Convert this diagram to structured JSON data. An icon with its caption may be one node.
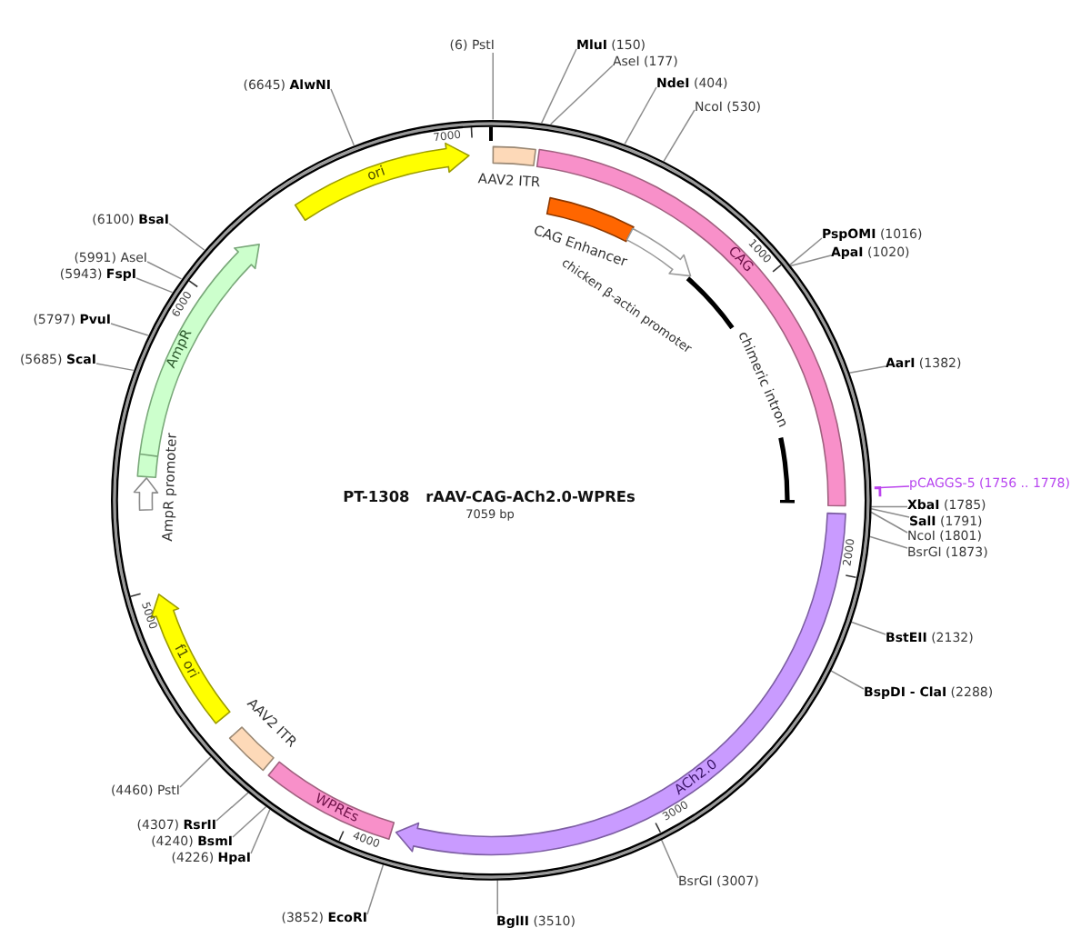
{
  "diagram": {
    "title": "PT-1308 rAAV-CAG-ACh2.0-WPREs",
    "nodes": [
      {
        "text": [],
        "shape": "circle"
      },
      {
        "text": [
          "AAV2 ITR"
        ],
        "in": 0
      },
      {
        "text": [
          "CAG"
        ],
        "in": 0
      },
      {
        "text": [
          "CAG Enhancer"
        ],
        "in": 0
      },
      {
        "text": [
          "chicken β-actin promoter"
        ],
        "in": 0
      },
      {
        "text": [
          "chimeric intron"
        ],
        "in": 0
      },
      {
        "text": [
          "ACh2.0"
        ],
        "in": 0
      },
      {
        "text": [
          "WPREs"
        ],
        "in": 0
      },
      {
        "text": [
          "AAV2 ITR"
        ],
        "in": 0
      },
      {
        "text": [
          "f1 ori"
        ],
        "in": 0
      },
      {
        "text": [
          "AmpR promoter"
        ],
        "in": 0
      },
      {
        "text": [
          "AmpR"
        ],
        "in": 0
      },
      {
        "text": [
          "ori"
        ],
        "in": 0
      },
      {
        "text": [
          "pCAGGS-5 (1756 .. 1778)"
        ]
      },
      {
        "text": [],
        "shape": "bar"
      },
      {
        "text": [
          "(6) PstI"
        ]
      },
      {
        "text": [
          "**MluI** (150)"
        ]
      },
      {
        "text": [
          "AseI (177)"
        ]
      },
      {
        "text": [
          "**NdeI** (404)"
        ]
      },
      {
        "text": [
          "NcoI (530)"
        ]
      },
      {
        "text": [
          "**PspOMI** (1016)"
        ]
      },
      {
        "text": [
          "**ApaI** (1020)"
        ]
      },
      {
        "text": [
          "**AarI** (1382)"
        ]
      },
      {
        "text": [
          "**XbaI** (1785)"
        ]
      },
      {
        "text": [
          "**SalI** (1791)"
        ]
      },
      {
        "text": [
          "NcoI (1801)"
        ]
      },
      {
        "text": [
          "BsrGI (1873)"
        ]
      },
      {
        "text": [
          "**BstEII** (2132)"
        ]
      },
      {
        "text": [
          "**BspDI - ClaI** (2288)"
        ]
      },
      {
        "text": [
          "BsrGI (3007)"
        ]
      },
      {
        "text": [
          "**BglII** (3510)"
        ]
      },
      {
        "text": [
          "(3852) **EcoRI**"
        ]
      },
      {
        "text": [
          "(4226) **HpaI**"
        ]
      },
      {
        "text": [
          "(4240) **BsmI**"
        ]
      },
      {
        "text": [
          "(4307) **RsrII**"
        ]
      },
      {
        "text": [
          "(4460) PstI"
        ]
      },
      {
        "text": [
          "(5685) **ScaI**"
        ]
      },
      {
        "text": [
          "(5797) **PvuI**"
        ]
      },
      {
        "text": [
          "(5943) **FspI**"
        ]
      },
      {
        "text": [
          "(5991) AseI"
        ]
      },
      {
        "text": [
          "(6100) **BsaI**"
        ]
      },
      {
        "text": [
          "(6645) **AlwNI**"
        ]
      }
    ],
    "edges": [
      {
        "from": 15,
        "to": 0,
        "arrow": "none"
      },
      {
        "from": 16,
        "to": 0,
        "arrow": "none"
      },
      {
        "from": 17,
        "to": 0,
        "arrow": "none"
      },
      {
        "from": 18,
        "to": 0,
        "arrow": "none"
      },
      {
        "from": 19,
        "to": 0,
        "arrow": "none"
      },
      {
        "from": 20,
        "to": 0,
        "arrow": "none"
      },
      {
        "from": 21,
        "to": 0,
        "arrow": "none"
      },
      {
        "from": 22,
        "to": 0,
        "arrow": "none"
      },
      {
        "from": 23,
        "to": 0,
        "arrow": "none"
      },
      {
        "from": 24,
        "to": 0,
        "arrow": "none"
      },
      {
        "from": 25,
        "to": 0,
        "arrow": "none"
      },
      {
        "from": 26,
        "to": 0,
        "arrow": "none"
      },
      {
        "from": 27,
        "to": 0,
        "arrow": "none"
      },
      {
        "from": 28,
        "to": 0,
        "arrow": "none"
      },
      {
        "from": 29,
        "to": 0,
        "arrow": "none"
      },
      {
        "from": 30,
        "to": 0,
        "arrow": "none"
      },
      {
        "from": 31,
        "to": 0,
        "arrow": "none"
      },
      {
        "from": 32,
        "to": 0,
        "arrow": "none"
      },
      {
        "from": 33,
        "to": 0,
        "arrow": "none"
      },
      {
        "from": 34,
        "to": 0,
        "arrow": "none"
      },
      {
        "from": 35,
        "to": 0,
        "arrow": "none"
      },
      {
        "from": 36,
        "to": 0,
        "arrow": "none"
      },
      {
        "from": 37,
        "to": 0,
        "arrow": "none"
      },
      {
        "from": 38,
        "to": 0,
        "arrow": "none"
      },
      {
        "from": 39,
        "to": 0,
        "arrow": "none"
      },
      {
        "from": 40,
        "to": 0,
        "arrow": "none"
      },
      {
        "from": 41,
        "to": 0,
        "arrow": "none"
      },
      {
        "from": 13,
        "to": 14,
        "arrow": "none",
        "color": "#bb44ee"
      }
    ],
    "labels": [
      "7000",
      "1000",
      "6000",
      "7059 bp",
      "2000",
      "5000",
      "3000",
      "4000"
    ]
  }
}
